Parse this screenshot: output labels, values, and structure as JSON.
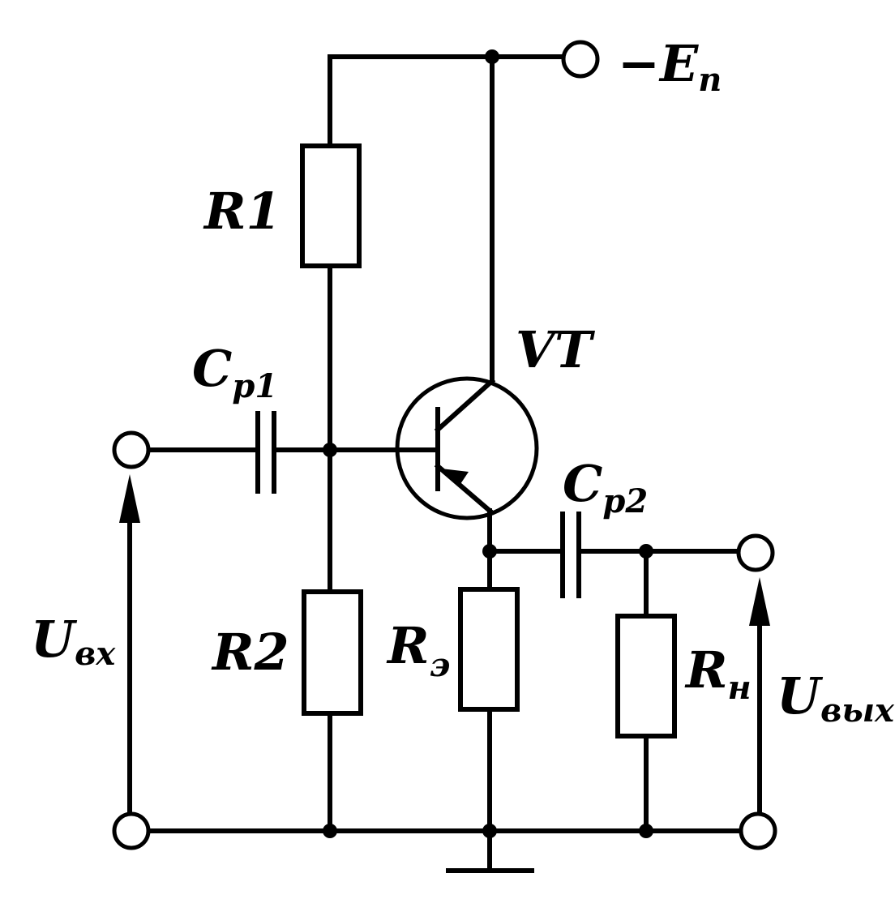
{
  "labels": {
    "supply_main": "−E",
    "supply_sub": "п",
    "r1": "R1",
    "r2": "R2",
    "re_main": "R",
    "re_sub": "э",
    "rn_main": "R",
    "rn_sub": "н",
    "cp1_main": "C",
    "cp1_sub": "p1",
    "cp2_main": "C",
    "cp2_sub": "p2",
    "vt": "VT",
    "uin_main": "U",
    "uin_sub": "вх",
    "uout_main": "U",
    "uout_sub": "вых"
  },
  "colors": {
    "ink": "#000000",
    "background": "#ffffff"
  }
}
